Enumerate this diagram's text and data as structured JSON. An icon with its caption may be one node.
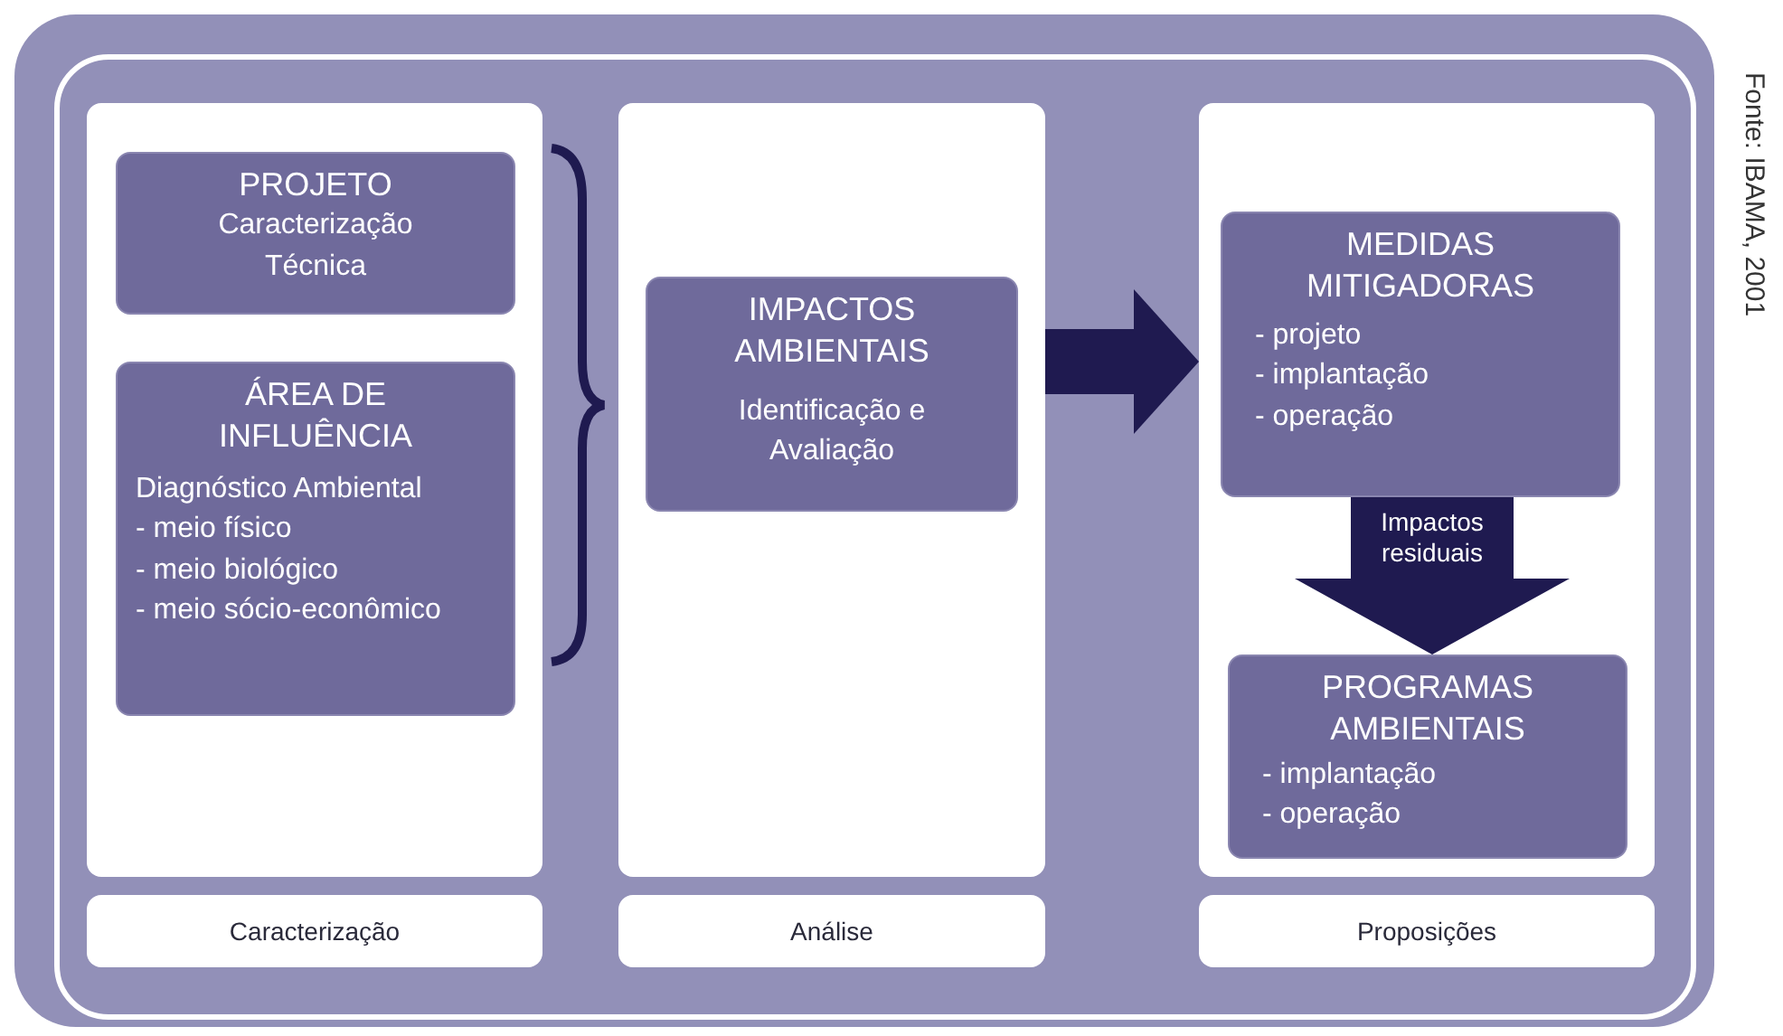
{
  "diagram": {
    "nodes": [
      {
        "text": [],
        "shape": "box"
      },
      {
        "text": [
          "PROJETO",
          "Caracterização Técnica"
        ],
        "in": 0
      },
      {
        "text": [
          "ÁREA DE INFLUÊNCIA",
          "Diagnóstico Ambiental",
          "- meio físico",
          "- meio biológico",
          "- meio sócio-econômico"
        ],
        "in": 0
      },
      {
        "text": [],
        "shape": "box"
      },
      {
        "text": [
          "IMPACTOS AMBIENTAIS",
          "Identificação e Avaliação"
        ],
        "in": 3
      },
      {
        "text": [],
        "shape": "box"
      },
      {
        "text": [
          "MEDIDAS MITIGADORAS",
          "- projeto",
          "- implantação",
          "- operação"
        ],
        "in": 5
      },
      {
        "text": [
          "PROGRAMAS AMBIENTAIS",
          "- implantação",
          "- operação"
        ],
        "in": 5
      },
      {
        "text": [
          "Caracterização"
        ]
      },
      {
        "text": [
          "Análise"
        ]
      },
      {
        "text": [
          "Proposições"
        ]
      }
    ],
    "edges": [
      {
        "from": 3,
        "to": 5,
        "arrow": "to"
      },
      {
        "from": 6,
        "to": 7,
        "arrow": "to",
        "style": "thick",
        "label": "Impactos residuais"
      }
    ],
    "labels": [
      "Fonte: IBAMA, 2001"
    ]
  }
}
